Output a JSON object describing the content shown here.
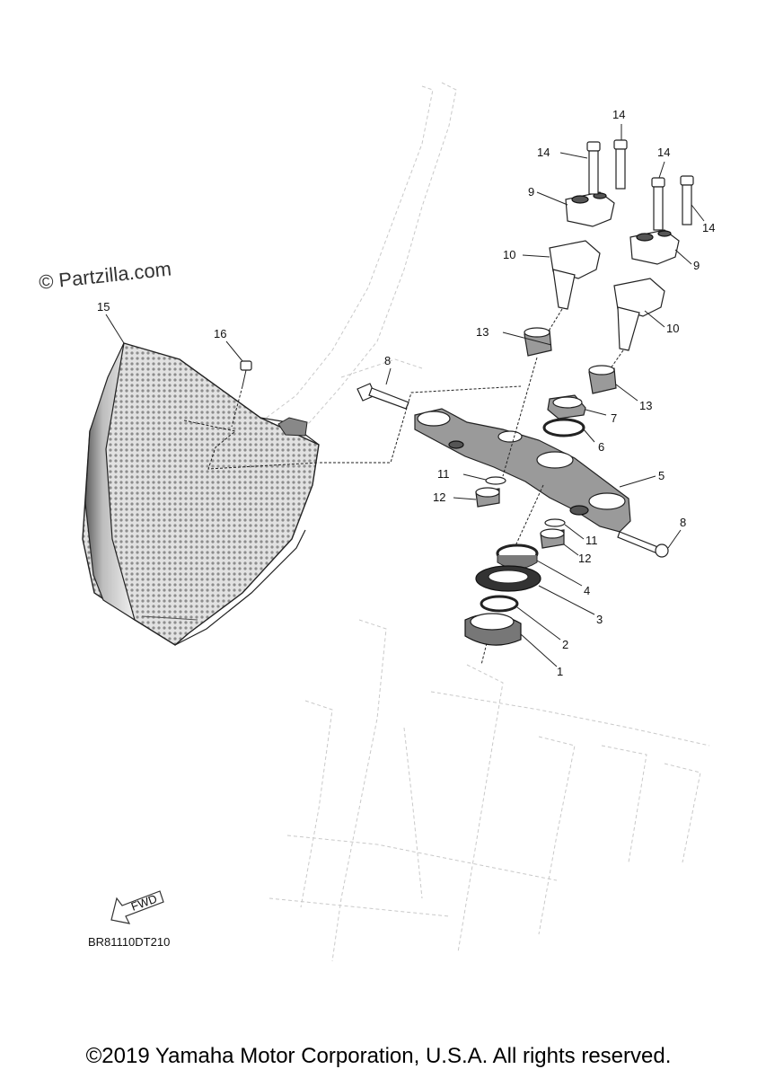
{
  "watermark": "© Partzilla.com",
  "diagram_code": "BR81110DT210",
  "fwd_label": "FWD",
  "copyright": "©2019 Yamaha Motor Corporation, U.S.A. All rights reserved.",
  "callouts": {
    "c1": "1",
    "c2": "2",
    "c3": "3",
    "c4": "4",
    "c5": "5",
    "c6": "6",
    "c7": "7",
    "c8a": "8",
    "c8b": "8",
    "c9a": "9",
    "c9b": "9",
    "c10a": "10",
    "c10b": "10",
    "c11a": "11",
    "c11b": "11",
    "c12a": "12",
    "c12b": "12",
    "c13a": "13",
    "c13b": "13",
    "c14a": "14",
    "c14b": "14",
    "c14c": "14",
    "c14d": "14",
    "c15": "15",
    "c16": "16"
  }
}
